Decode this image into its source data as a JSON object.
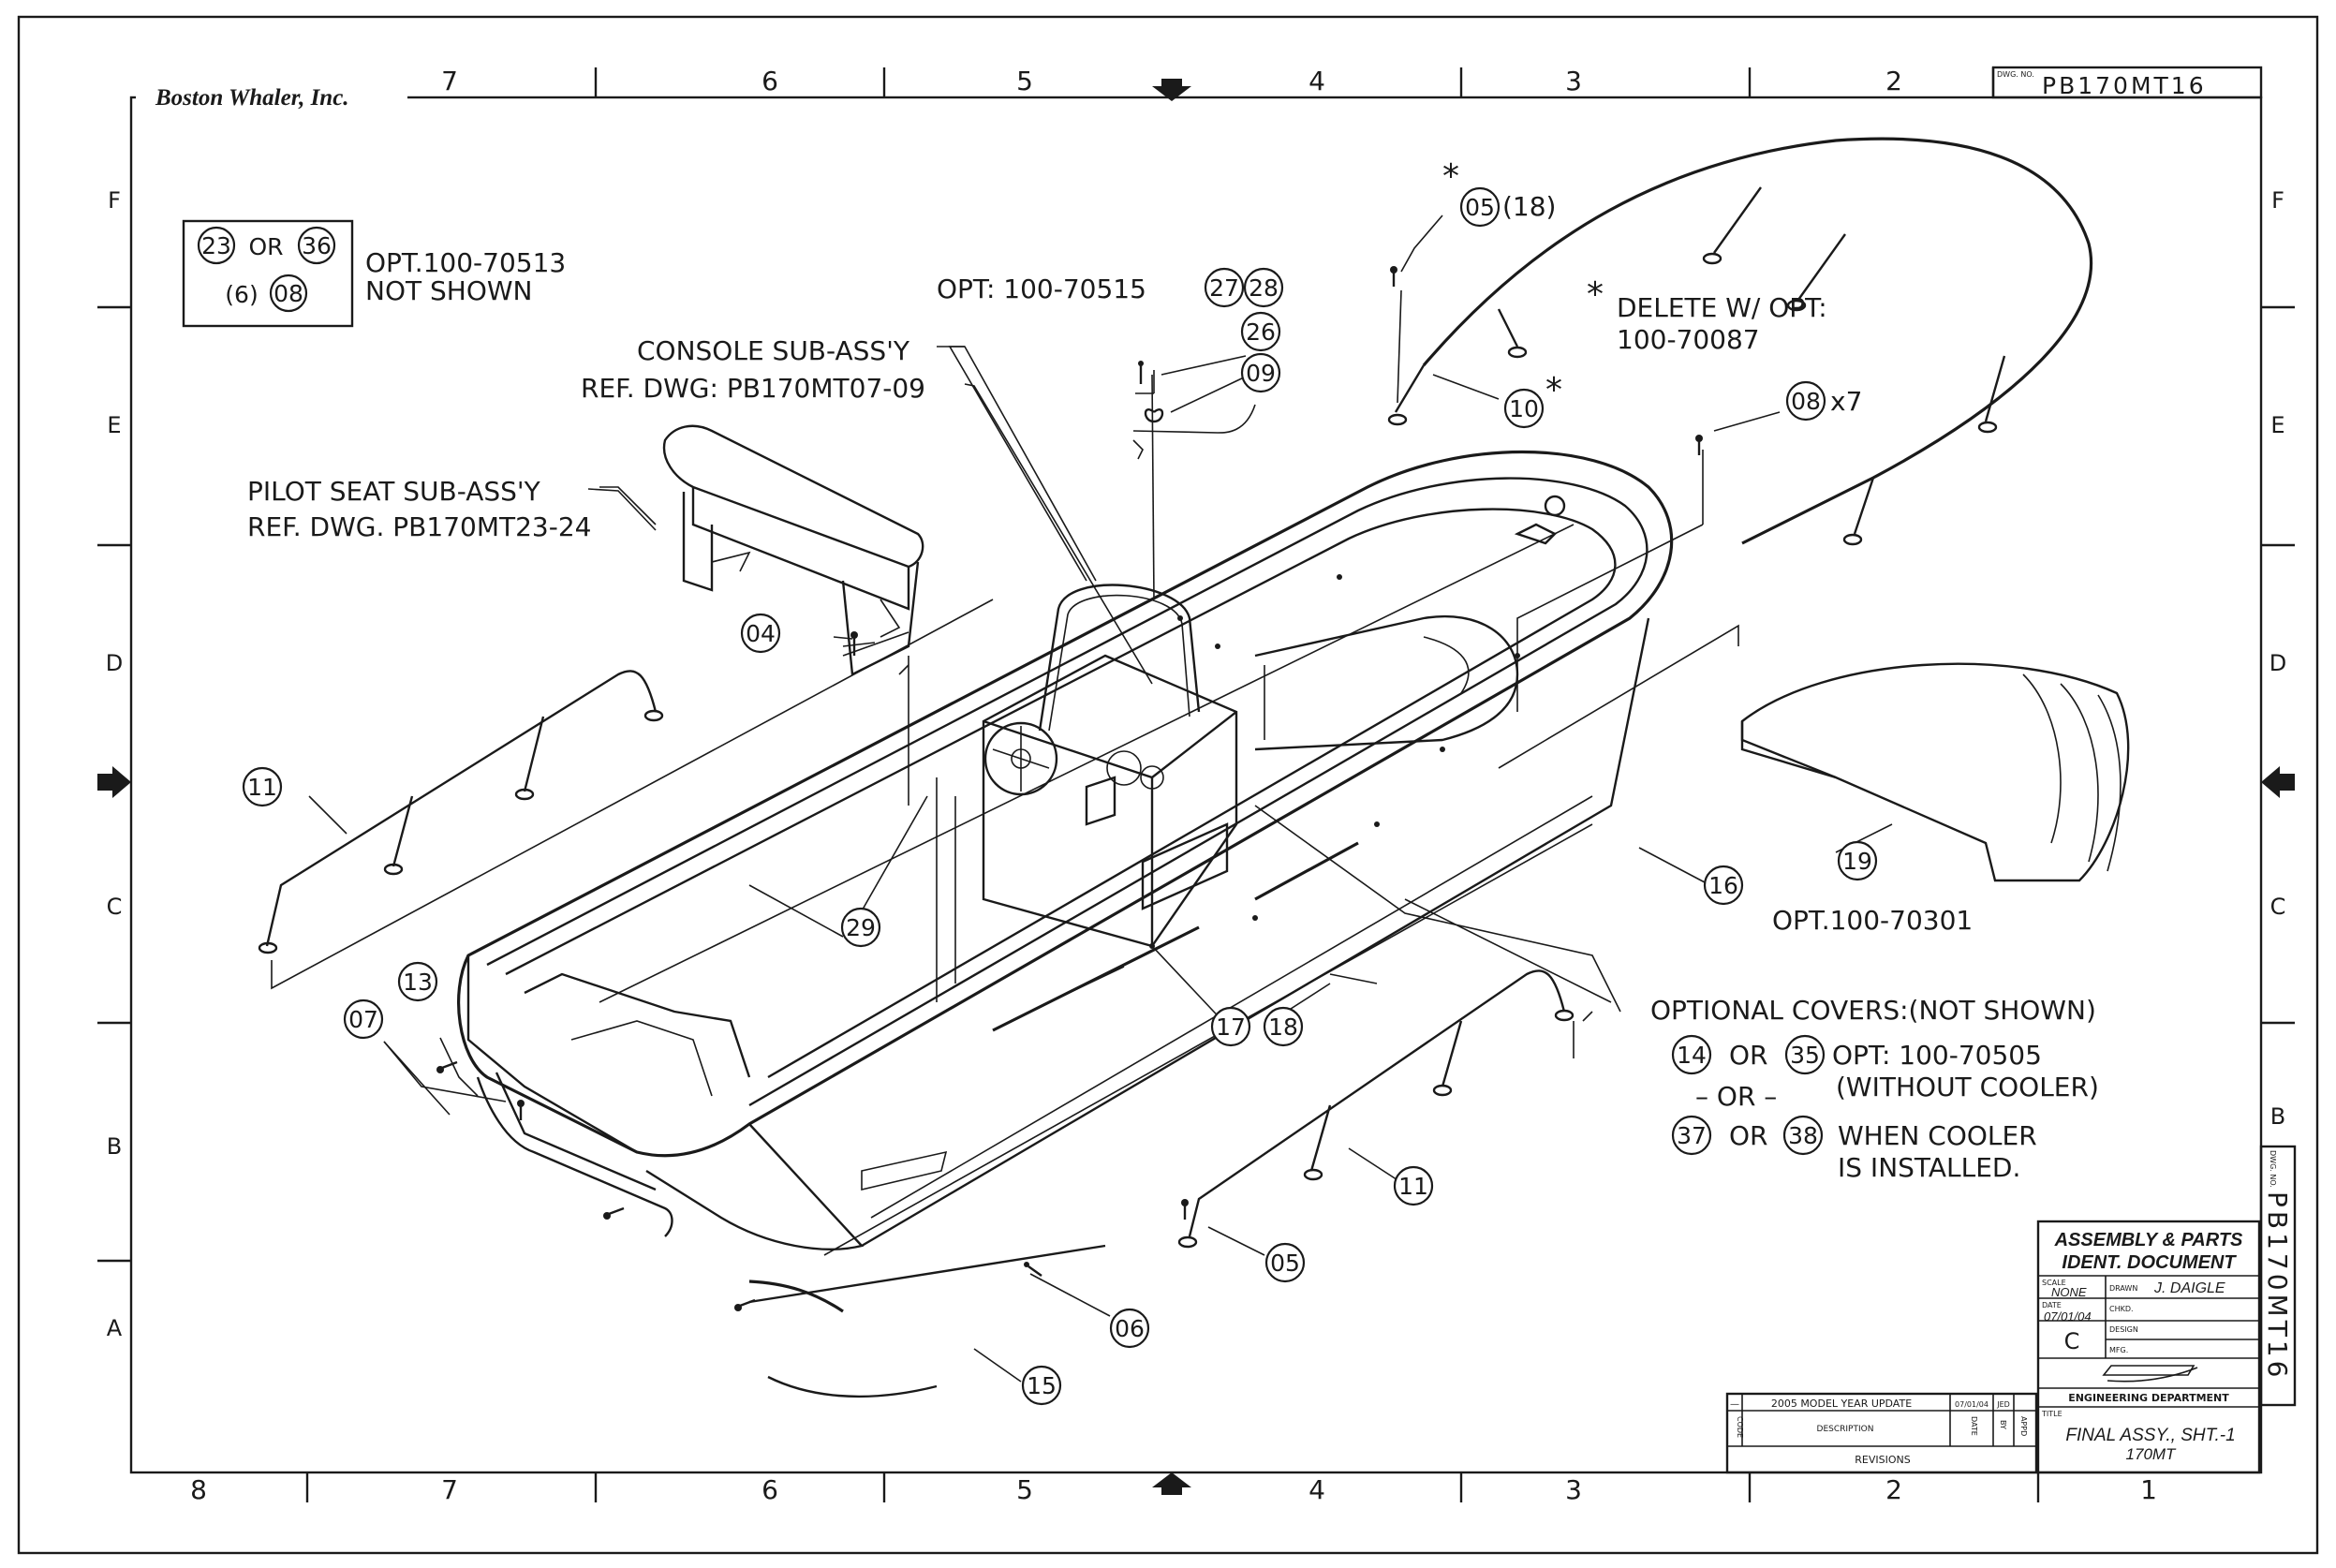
{
  "title_block": {
    "company": "Boston Whaler, Inc.",
    "dwg_no_label": "DWG. NO.",
    "dwg_no": "PB170MT16",
    "doc_title_1": "ASSEMBLY & PARTS",
    "doc_title_2": "IDENT. DOCUMENT",
    "scale_label": "SCALE",
    "scale": "NONE",
    "drawn_label": "DRAWN",
    "drawn_by": "J. DAIGLE",
    "date_label": "DATE",
    "date": "07/01/04",
    "chkd_label": "CHKD.",
    "design_label": "DESIGN",
    "mfg_label": "MFG.",
    "rev": "C",
    "dept": "ENGINEERING DEPARTMENT",
    "title_label": "TITLE",
    "sheet_title_1": "FINAL ASSY., SHT.-1",
    "sheet_title_2": "170MT",
    "revisions": {
      "row_mark": "—",
      "row_desc": "2005 MODEL YEAR UPDATE",
      "row_date": "07/01/04",
      "row_by": "JED",
      "code_h": "CODE",
      "desc_h": "DESCRIPTION",
      "date_h": "DATE",
      "by_h": "BY",
      "appd_h": "APPD",
      "footer": "REVISIONS"
    }
  },
  "grid": {
    "top_cols": [
      "7",
      "6",
      "5",
      "4",
      "3",
      "2"
    ],
    "bottom_cols": [
      "8",
      "7",
      "6",
      "5",
      "4",
      "3",
      "2",
      "1"
    ],
    "left_rows": [
      "F",
      "E",
      "D",
      "C",
      "B",
      "A"
    ],
    "right_rows": [
      "F",
      "E",
      "D",
      "C",
      "B"
    ]
  },
  "notes": {
    "opt_box_line1_or": "OR",
    "opt_box_text_1": "OPT.100-70513",
    "opt_box_text_2": "NOT SHOWN",
    "opt_27_28": "OPT: 100-70515",
    "console_1": "CONSOLE SUB-ASS'Y",
    "console_2": "REF. DWG: PB170MT07-09",
    "pilot_1": "PILOT SEAT SUB-ASS'Y",
    "pilot_2": "REF. DWG. PB170MT23-24",
    "delete_1": "DELETE W/ OPT:",
    "delete_2": "100-70087",
    "x7": "x7",
    "paren_18": "(18)",
    "paren_6": "(6)",
    "opt_19": "OPT.100-70301",
    "covers_1": "OPTIONAL COVERS:(NOT SHOWN)",
    "covers_or_1": "OR",
    "covers_opt": "OPT: 100-70505",
    "covers_without": "(WITHOUT COOLER)",
    "covers_or_mid": "– OR –",
    "covers_or_2": "OR",
    "covers_when": "WHEN COOLER",
    "covers_installed": "IS INSTALLED.",
    "asterisk": "*"
  },
  "callouts": {
    "c23": "23",
    "c36": "36",
    "c08box": "08",
    "c27": "27",
    "c28": "28",
    "c26": "26",
    "c09": "09",
    "c05top": "05",
    "c10": "10",
    "c08": "08",
    "c04": "04",
    "c11a": "11",
    "c29": "29",
    "c16": "16",
    "c19": "19",
    "c13": "13",
    "c07": "07",
    "c17": "17",
    "c18": "18",
    "c14": "14",
    "c35": "35",
    "c37": "37",
    "c38": "38",
    "c11b": "11",
    "c05b": "05",
    "c06": "06",
    "c15": "15"
  }
}
